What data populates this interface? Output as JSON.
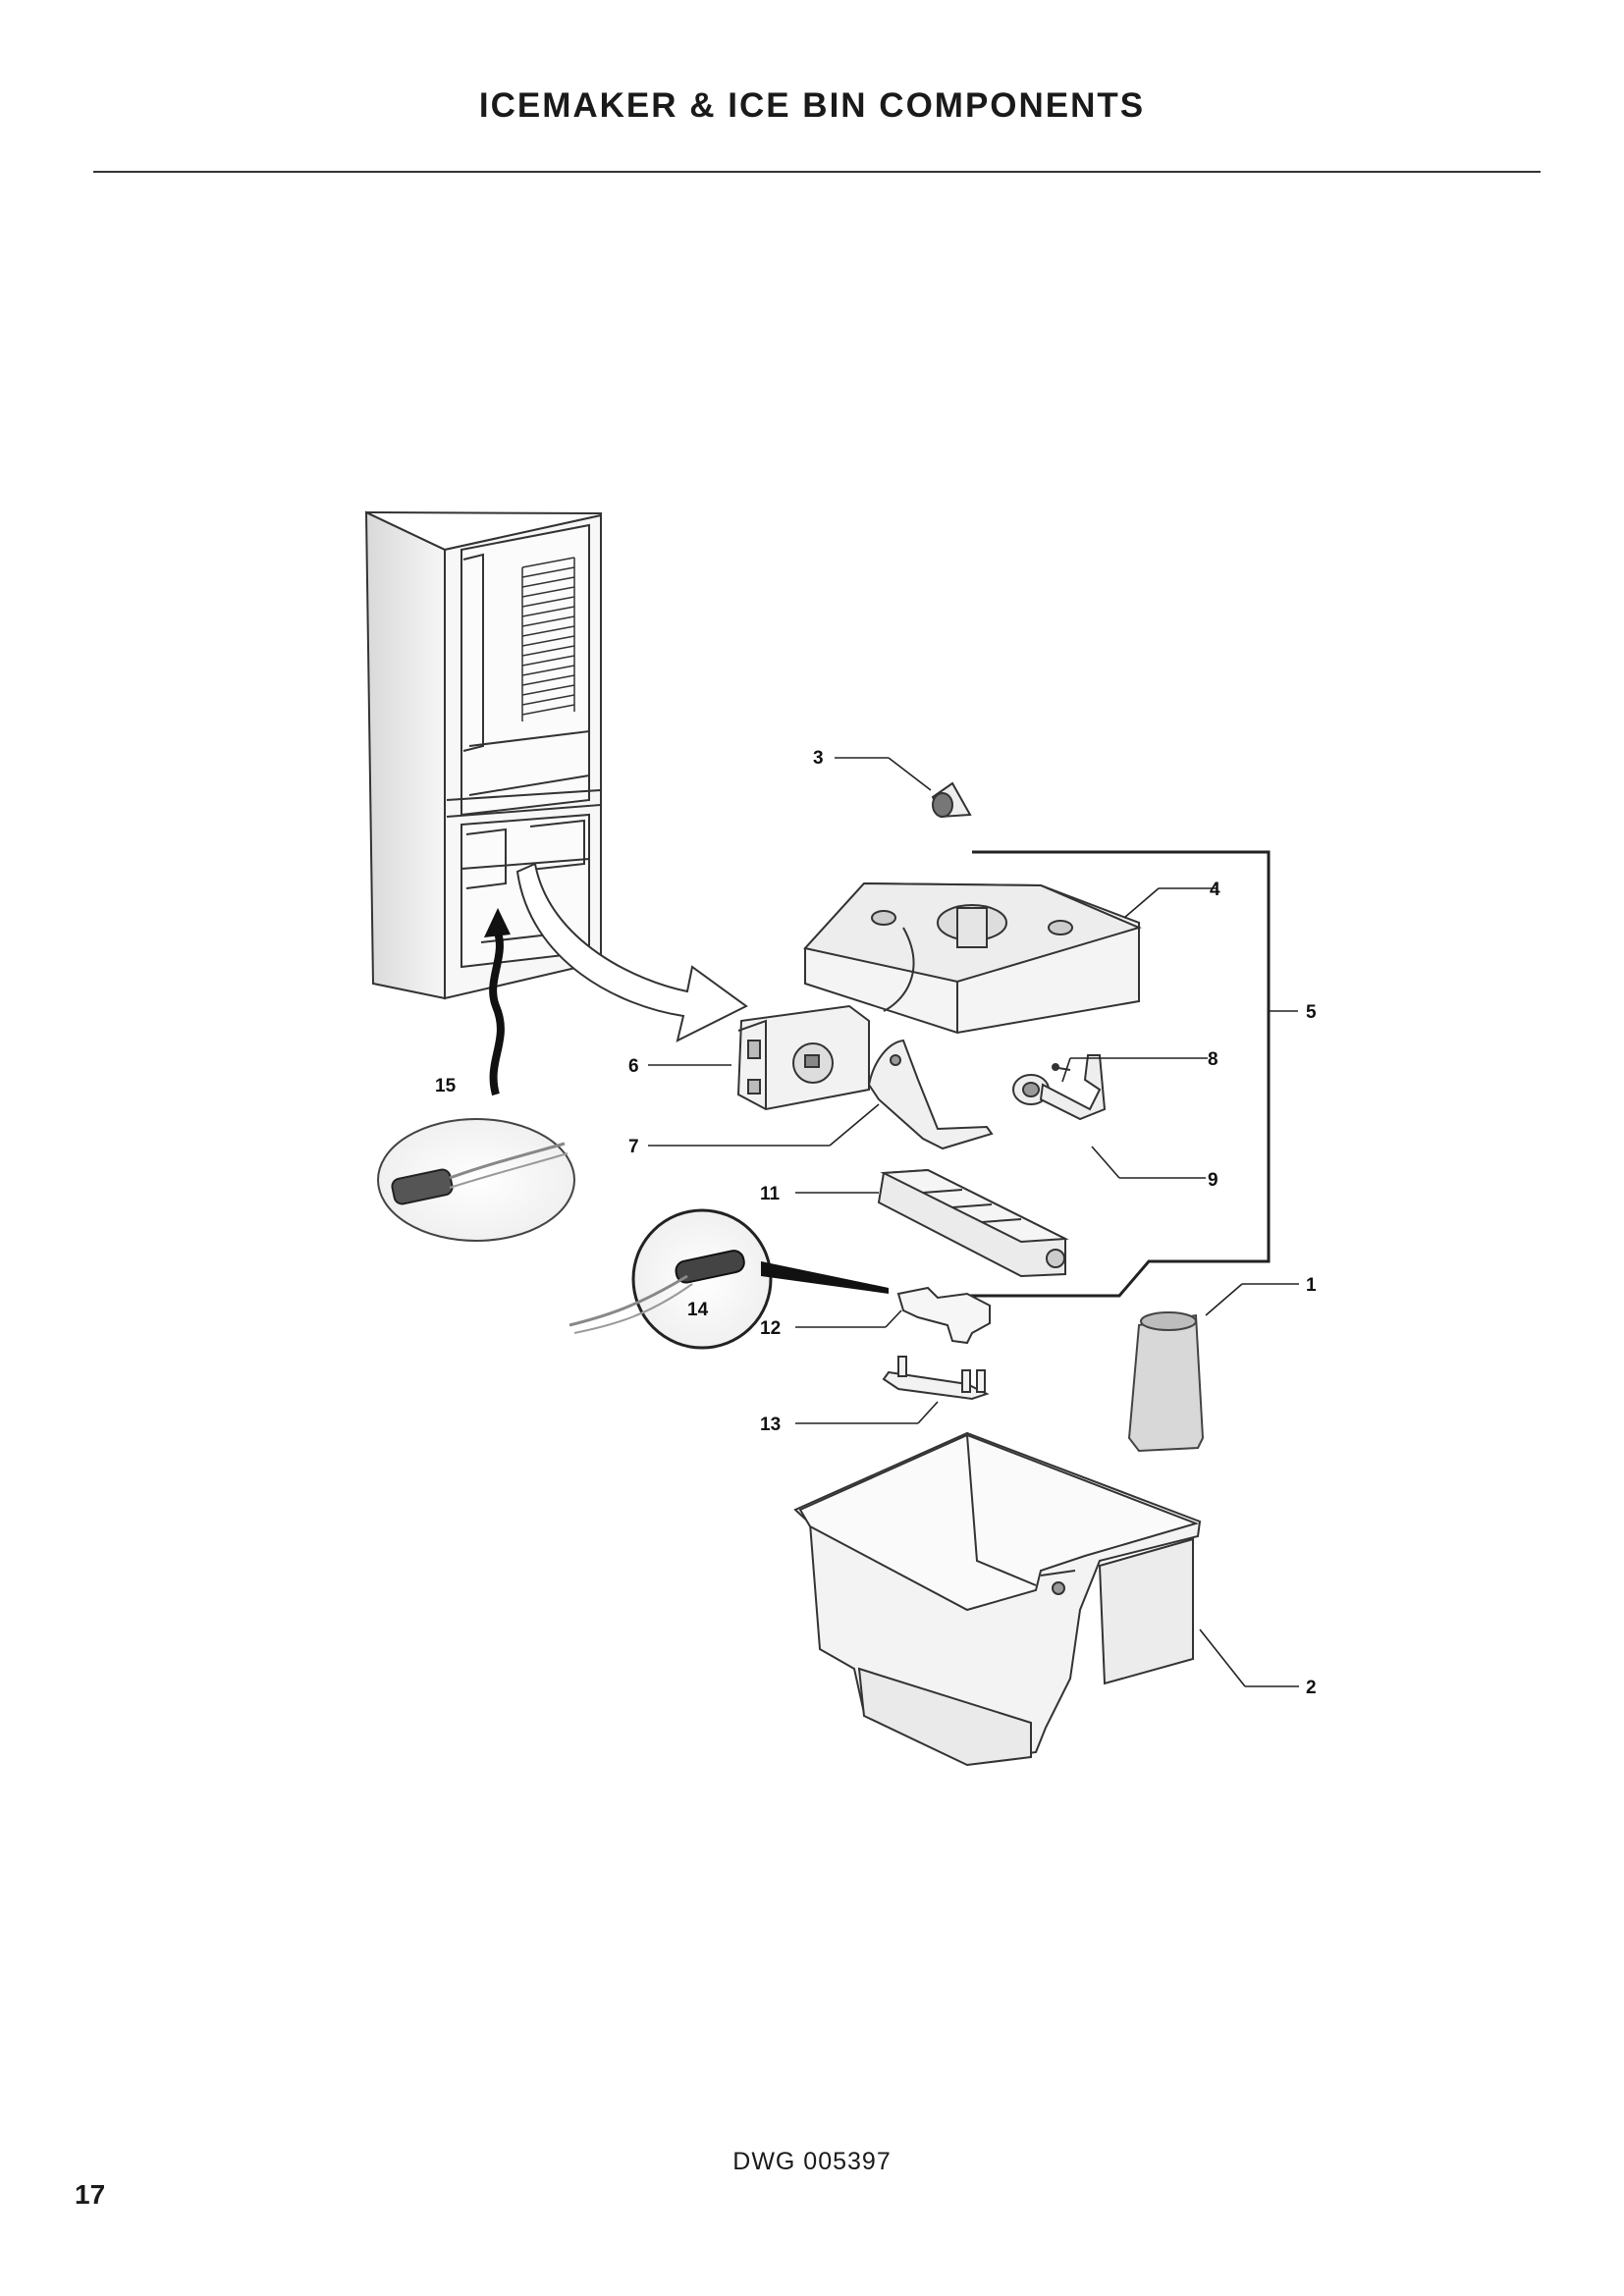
{
  "header": {
    "title": "ICEMAKER & ICE BIN COMPONENTS"
  },
  "diagram": {
    "callouts": {
      "c1": "1",
      "c2": "2",
      "c3": "3",
      "c4": "4",
      "c5": "5",
      "c6": "6",
      "c7": "7",
      "c8": "8",
      "c9": "9",
      "c11": "11",
      "c12": "12",
      "c13": "13",
      "c14": "14",
      "c15": "15"
    }
  },
  "footer": {
    "drawing_code": "DWG 005397",
    "page_number": "17"
  }
}
